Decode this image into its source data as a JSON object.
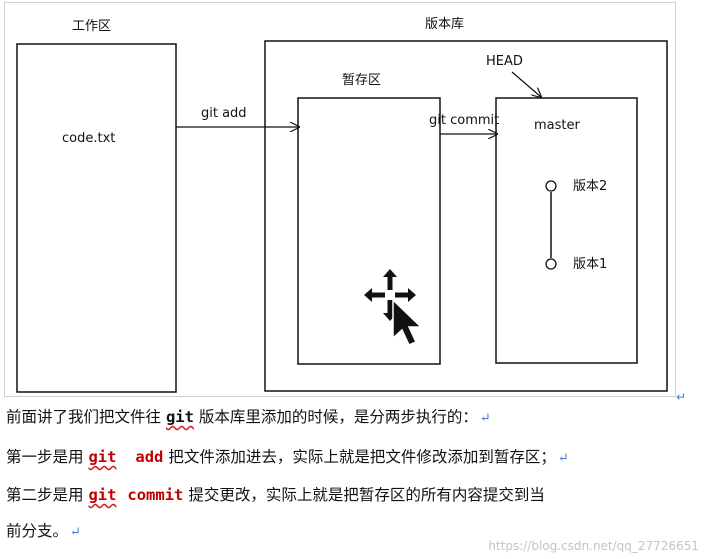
{
  "diagram": {
    "workspace_label": "工作区",
    "workspace_file": "code.txt",
    "repository_label": "版本库",
    "stage_label": "暂存区",
    "head_label": "HEAD",
    "branch_label": "master",
    "version_2_label": "版本2",
    "version_1_label": "版本1",
    "arrow_add_label": "git add",
    "arrow_commit_label": "git commit",
    "return_mark": "↵"
  },
  "text": {
    "line1_a": "前面讲了我们把文件往",
    "line1_code": "git",
    "line1_b": "版本库里添加的时候，是分两步执行的：",
    "line2_a": "第一步是用",
    "line2_code1": "git",
    "line2_code2": "add",
    "line2_b": "把文件添加进去，实际上就是把文件修改添加到暂存区；",
    "line3_a": "第二步是用",
    "line3_code1": "git",
    "line3_code2": "commit",
    "line3_b": "提交更改，实际上就是把暂存区的所有内容提交到当",
    "line4_a": "前分支。",
    "return_mark": "↵"
  },
  "watermark": "https://blog.csdn.net/qq_27726651",
  "colors": {
    "code_red": "#c00000",
    "return_blue": "#4a7bd0",
    "watermark_gray": "#c4c4c4"
  }
}
